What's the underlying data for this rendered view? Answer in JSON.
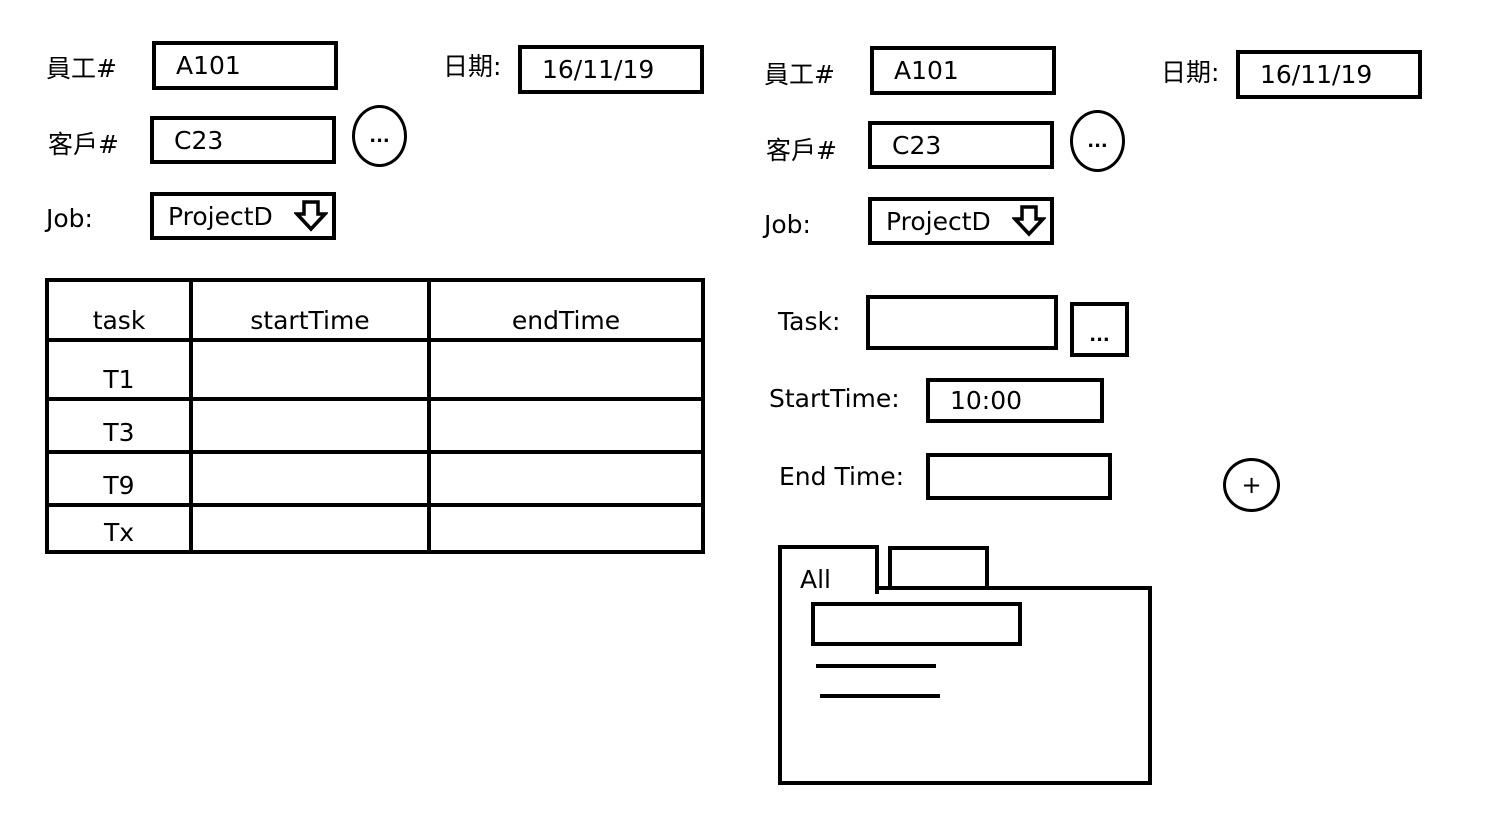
{
  "left_form": {
    "employee_label": "員工#",
    "employee_value": "A101",
    "date_label": "日期:",
    "date_value": "16/11/19",
    "customer_label": "客戶#",
    "customer_value": "C23",
    "customer_lookup_label": "...",
    "job_label": "Job:",
    "job_value": "ProjectD",
    "dropdown_icon": "arrow-down-icon"
  },
  "task_table": {
    "headers": [
      "task",
      "startTime",
      "endTime"
    ],
    "rows": [
      {
        "task": "T1",
        "startTime": "",
        "endTime": ""
      },
      {
        "task": "T3",
        "startTime": "",
        "endTime": ""
      },
      {
        "task": "T9",
        "startTime": "",
        "endTime": ""
      },
      {
        "task": "Tx",
        "startTime": "",
        "endTime": ""
      }
    ]
  },
  "right_form": {
    "employee_label": "員工#",
    "employee_value": "A101",
    "date_label": "日期:",
    "date_value": "16/11/19",
    "customer_label": "客戶#",
    "customer_value": "C23",
    "customer_lookup_label": "...",
    "job_label": "Job:",
    "job_value": "ProjectD",
    "dropdown_icon": "arrow-down-icon",
    "task_label": "Task:",
    "task_value": "",
    "task_lookup_label": "...",
    "start_label": "StartTime:",
    "start_value": "10:00",
    "end_label": "End Time:",
    "end_value": "",
    "add_label": "+"
  },
  "tabs": {
    "items": [
      {
        "label": "All",
        "active": true
      },
      {
        "label": "",
        "active": false
      }
    ]
  }
}
